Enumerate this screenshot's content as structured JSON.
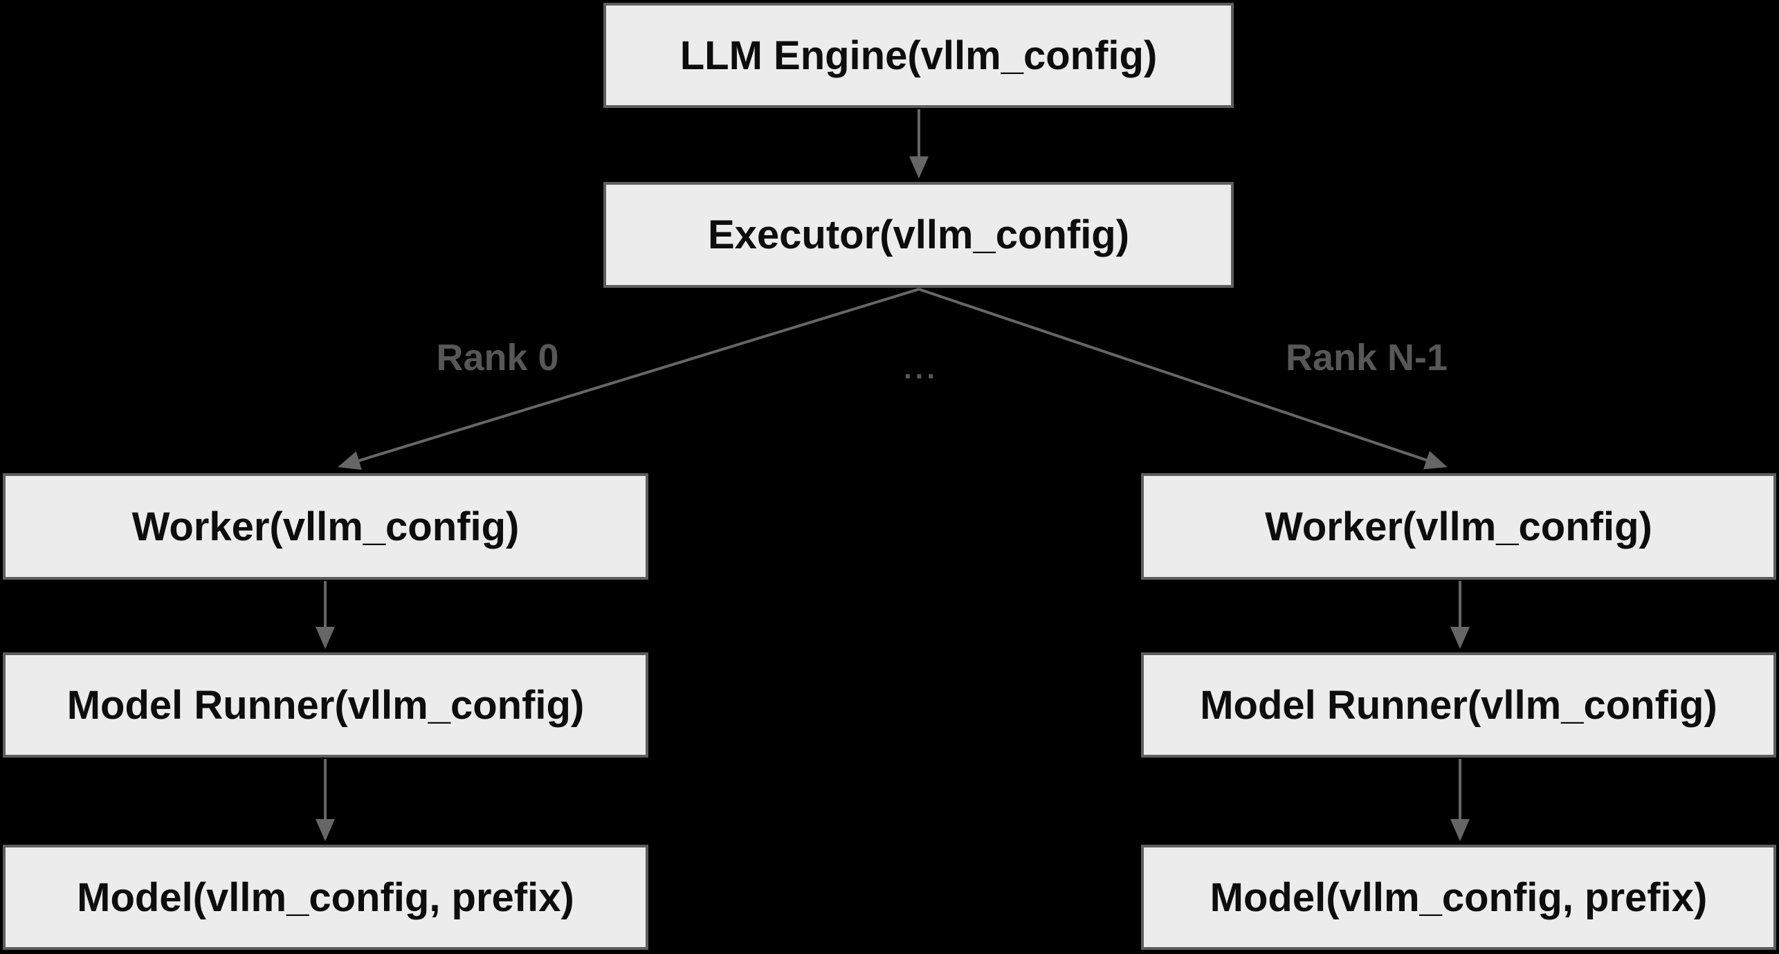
{
  "diagram": {
    "nodes": [
      {
        "id": "llm-engine",
        "label": "LLM Engine(vllm_config)"
      },
      {
        "id": "executor",
        "label": "Executor(vllm_config)"
      },
      {
        "id": "worker-rank0",
        "label": "Worker(vllm_config)"
      },
      {
        "id": "model-runner-rank0",
        "label": "Model Runner(vllm_config)"
      },
      {
        "id": "model-rank0",
        "label": "Model(vllm_config, prefix)"
      },
      {
        "id": "worker-rankn",
        "label": "Worker(vllm_config)"
      },
      {
        "id": "model-runner-rankn",
        "label": "Model Runner(vllm_config)"
      },
      {
        "id": "model-rankn",
        "label": "Model(vllm_config, prefix)"
      }
    ],
    "edge_labels": {
      "rank0": "Rank 0",
      "ellipsis": "...",
      "rankN1": "Rank N-1"
    }
  },
  "colors": {
    "background": "#000000",
    "box_fill": "#ececec",
    "box_border": "#5e5e5e",
    "box_text": "#0d0d0d",
    "connector": "#666666",
    "edge_label_text": "#575757"
  }
}
